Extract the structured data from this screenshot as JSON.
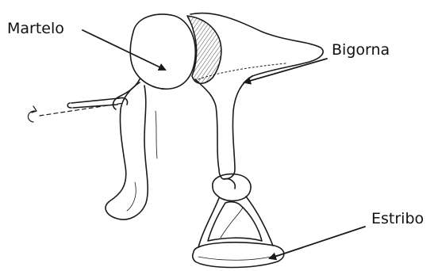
{
  "labels": {
    "martelo": "Martelo",
    "bigorna": "Bigorna",
    "estribo": "Estribo"
  },
  "colors": {
    "ink": "#1a1a1a",
    "background": "#ffffff"
  }
}
